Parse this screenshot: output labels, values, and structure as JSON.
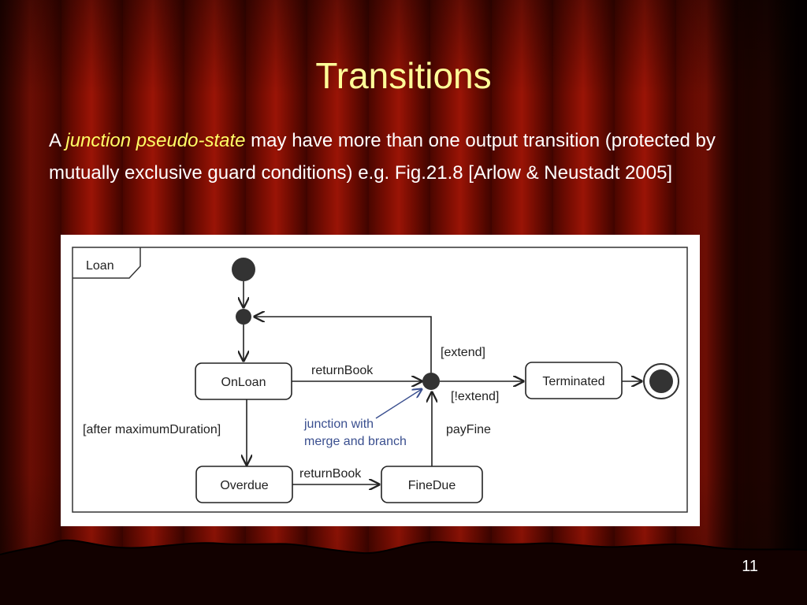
{
  "slide": {
    "title": "Transitions",
    "body": {
      "intro": "A ",
      "term": "junction pseudo-state",
      "rest": " may have more than one output transition (protected by mutually exclusive guard conditions) e.g. Fig.21.8 [Arlow & Neustadt 2005]"
    },
    "page_number": "11"
  },
  "diagram": {
    "frame_label": "Loan",
    "states": {
      "onloan": "OnLoan",
      "overdue": "Overdue",
      "finedue": "FineDue",
      "terminated": "Terminated"
    },
    "transitions": {
      "returnbook_top": "returnBook",
      "returnbook_bottom": "returnBook",
      "extend": "[extend]",
      "not_extend": "[!extend]",
      "after_max": "[after maximumDuration]",
      "payfine": "payFine"
    },
    "annotation": {
      "line1": "junction with",
      "line2": "merge and branch"
    }
  }
}
